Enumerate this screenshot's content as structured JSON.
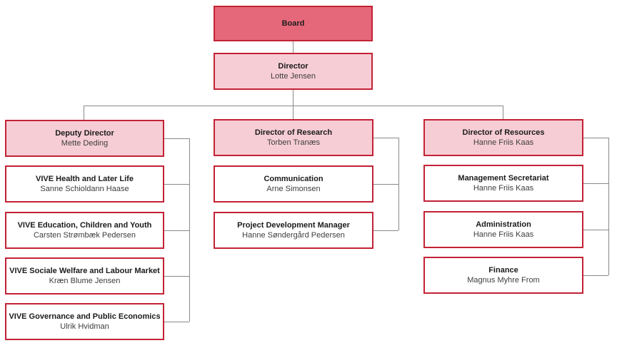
{
  "colors": {
    "board_fill": "#E5687A",
    "pink_fill": "#F6CDD5",
    "white_fill": "#FFFFFF",
    "border_red": "#C32235",
    "connector_gray": "#898989",
    "title_text": "#1B1B1B",
    "name_text": "#3D3D3D"
  },
  "nodes": {
    "board": {
      "title": "Board"
    },
    "director": {
      "title": "Director",
      "name": "Lotte Jensen"
    },
    "columns": [
      {
        "head": {
          "title": "Deputy Director",
          "name": "Mette Deding"
        },
        "children": [
          {
            "title": "VIVE Health and Later Life",
            "name": "Sanne Schioldann Haase"
          },
          {
            "title": "VIVE Education, Children and Youth",
            "name": "Carsten Strømbæk Pedersen"
          },
          {
            "title": "VIVE Sociale Welfare and Labour Market",
            "name": "Kræn Blume Jensen"
          },
          {
            "title": "VIVE Governance and Public Economics",
            "name": "Ulrik Hvidman"
          }
        ]
      },
      {
        "head": {
          "title": "Director of Research",
          "name": "Torben Tranæs"
        },
        "children": [
          {
            "title": "Communication",
            "name": "Arne Simonsen"
          },
          {
            "title": "Project Development Manager",
            "name": "Hanne Søndergård Pedersen"
          }
        ]
      },
      {
        "head": {
          "title": "Director of Resources",
          "name": "Hanne Friis Kaas"
        },
        "children": [
          {
            "title": "Management Secretariat",
            "name": "Hanne Friis Kaas"
          },
          {
            "title": "Administration",
            "name": "Hanne Friis Kaas"
          },
          {
            "title": "Finance",
            "name": "Magnus Myhre From"
          }
        ]
      }
    ]
  }
}
